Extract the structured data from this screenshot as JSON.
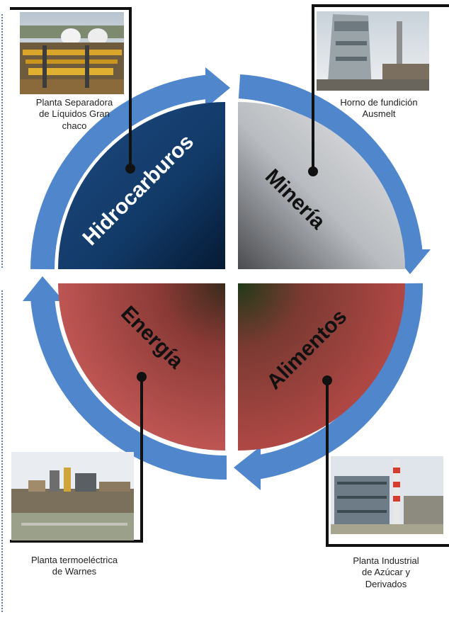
{
  "diagram": {
    "sectors": [
      {
        "label": "Hidrocarburos",
        "color": "#163e6e"
      },
      {
        "label": "Minería",
        "color": "#c8cacd"
      },
      {
        "label": "Energía",
        "color": "#c25556"
      },
      {
        "label": "Alimentos",
        "color": "#b54a4a"
      }
    ],
    "ring_color": "#4f86cc"
  },
  "photos": [
    {
      "caption": "Planta Separadora de Líquidos Gran chaco",
      "caption_lines": [
        "Planta Separadora",
        "de Líquidos Gran",
        "chaco"
      ]
    },
    {
      "caption": "Horno de fundición Ausmelt",
      "caption_lines": [
        "Horno de fundición",
        "Ausmelt"
      ]
    },
    {
      "caption": "Planta termoeléctrica de Warnes",
      "caption_lines": [
        "Planta termoeléctrica",
        "de Warnes"
      ]
    },
    {
      "caption": "Planta Industrial de Azúcar y Derivados",
      "caption_lines": [
        "Planta Industrial",
        "de Azúcar y",
        "Derivados"
      ]
    }
  ]
}
